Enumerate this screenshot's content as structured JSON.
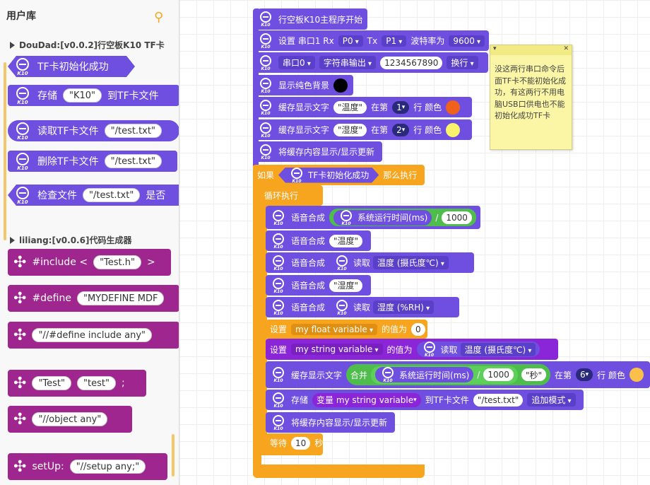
{
  "flyout": {
    "title": "用户库",
    "sections": [
      "DouDad:[v0.0.2]行空板K10 TF卡",
      "liliang:[v0.0.6]代码生成器"
    ],
    "k10": "K10",
    "blocks": {
      "tf_init": "TF卡初始化成功",
      "save_label": "存储",
      "save_value": "\"K10\"",
      "save_to": "到TF卡文件",
      "read_label": "读取TF卡文件",
      "read_file": "\"/test.txt\"",
      "delete_label": "删除TF卡文件",
      "delete_file": "\"/test.txt\"",
      "check_label": "检查文件",
      "check_file": "\"/test.txt\"",
      "check_suffix": "是否",
      "include_label": "#include <",
      "include_value": "\"Test.h\"",
      "include_end": ">",
      "define_label": "#define",
      "define_value": "\"MYDEFINE MDF",
      "comment_value": "\"//#define include any\"",
      "test_a": "\"Test\"",
      "test_b": "\"test\"",
      "semicolon": ";",
      "object_value": "\"//object any\"",
      "setup_label": "setUp:",
      "setup_value": "\"//setup any;\""
    }
  },
  "workspace": {
    "k10": "K10",
    "hat": "行空板K10主程序开始",
    "serial_set": {
      "prefix": "设置 串口1 Rx",
      "rx": "P0",
      "tx_label": "Tx",
      "tx": "P1",
      "baud_label": "波特率为",
      "baud": "9600"
    },
    "serial_out": {
      "port": "串口0",
      "mode": "字符串输出",
      "value": "1234567890",
      "newline": "换行"
    },
    "fill_bg": "显示纯色背景",
    "cache_text_label": "缓存显示文字",
    "at_row": "在第",
    "row_color": "行 颜色",
    "temp_str": "\"温度\"",
    "hum_str": "\"湿度\"",
    "row1": "1",
    "row2": "2",
    "row6": "6",
    "show_cache": "将缓存内容显示/显示更新",
    "if_label": "如果",
    "if_cond": "TF卡初始化成功",
    "then_label": "那么执行",
    "loop_label": "循环执行",
    "speech": "语音合成",
    "runtime": "系统运行时间(ms)",
    "divide": "/",
    "thousand": "1000",
    "read_label": "读取",
    "temp_sensor": "温度 (摄氏度℃)",
    "hum_sensor": "湿度 (%RH)",
    "set_label": "设置",
    "float_var": "my float variable",
    "value_is": "的值为",
    "zero": "0",
    "string_var": "my string variable",
    "concat": "合并",
    "sec": "\"秒\"",
    "store": "存储",
    "var_label": "变量 my string variable",
    "to_file": "到TF卡文件",
    "file": "\"/test.txt\"",
    "append": "追加模式",
    "wait": "等待",
    "wait_val": "10",
    "wait_unit": "秒"
  },
  "comment": {
    "text": "没这两行串口命令后面TF卡不能初始化成功，有这两行不用电脑USB口供电也不能初始化成功TF卡"
  },
  "colors": {
    "purple": "#6e4fe0",
    "magenta": "#a0268f",
    "orange": "#f7a51f",
    "green": "#4ebd4b"
  }
}
